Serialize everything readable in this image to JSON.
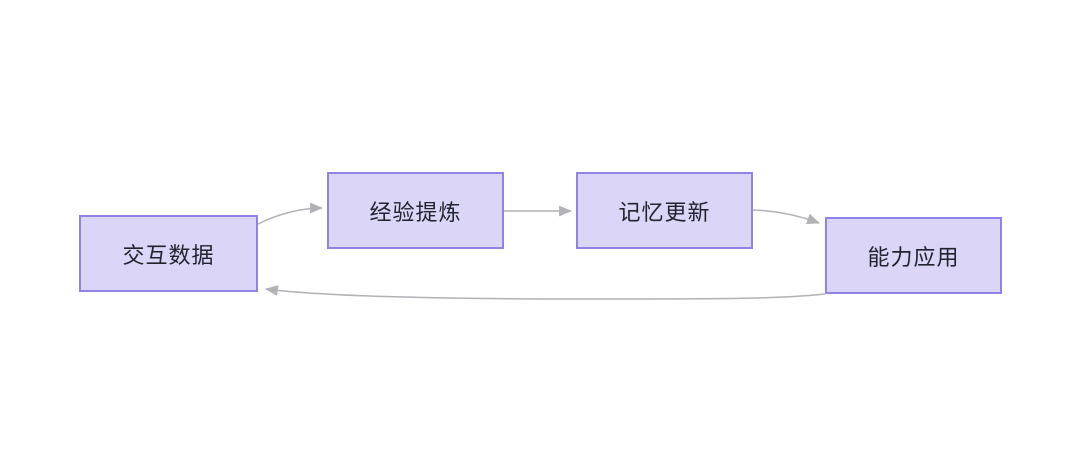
{
  "diagram": {
    "title": "memory-loop-flowchart",
    "nodes": [
      {
        "id": "interaction-data",
        "label": "交互数据"
      },
      {
        "id": "experience-refinement",
        "label": "经验提炼"
      },
      {
        "id": "memory-update",
        "label": "记忆更新"
      },
      {
        "id": "capability-application",
        "label": "能力应用"
      }
    ],
    "edges": [
      {
        "from": "交互数据",
        "to": "经验提炼",
        "label": "交互数据 → 经验提炼"
      },
      {
        "from": "经验提炼",
        "to": "记忆更新",
        "label": "经验提炼 → 记忆更新"
      },
      {
        "from": "记忆更新",
        "to": "能力应用",
        "label": "记忆更新 → 能力应用"
      },
      {
        "from": "能力应用",
        "to": "交互数据",
        "label": "能力应用 → 交互数据"
      }
    ],
    "colors": {
      "background": "#ffffff",
      "node_fill": "#dbd5f8",
      "node_border": "#8e84e8",
      "arrow": "#b1b1b6",
      "text": "#20242f"
    }
  }
}
